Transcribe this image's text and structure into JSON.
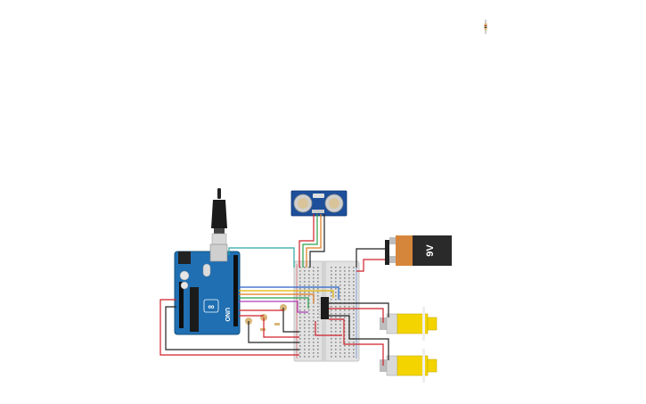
{
  "circuit": {
    "battery_label": "9V",
    "arduino_logo": "∞",
    "arduino_model": "UNO"
  },
  "components": {
    "microcontroller": "arduino-uno",
    "usb_cable": "usb-cable",
    "sensor": "ultrasonic-distance-sensor",
    "battery": "9v-battery",
    "breadboard": "breadboard",
    "motor_driver_ic": "dip-ic",
    "motors": [
      "dc-gear-motor",
      "dc-gear-motor"
    ],
    "resistor_count": 5,
    "loose_resistor_count": 1
  },
  "colors": {
    "arduino_blue": "#1f6fb2",
    "wire_red": "#d0202a",
    "wire_black": "#222222",
    "wire_green": "#2aa14a",
    "wire_yellow": "#e0b400",
    "wire_orange": "#e07a1a",
    "wire_blue": "#2a62c9",
    "wire_purple": "#b03fb8",
    "wire_teal": "#2aa6a0",
    "motor_yellow": "#f3d400",
    "battery_orange": "#d6863a",
    "sensor_blue": "#1d4f9a"
  }
}
